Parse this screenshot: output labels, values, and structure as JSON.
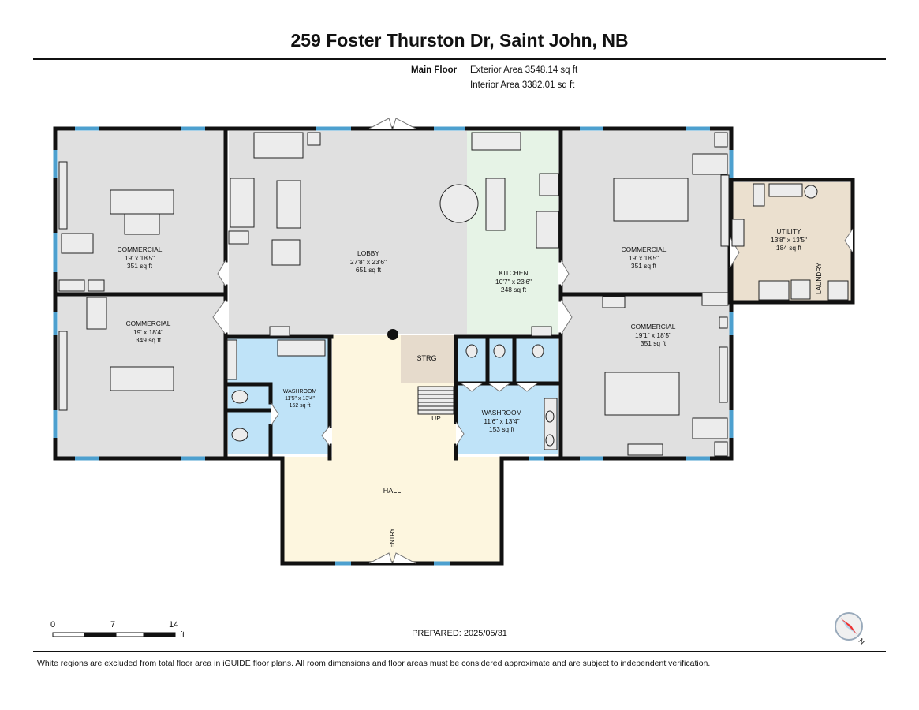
{
  "header": {
    "title": "259 Foster Thurston Dr, Saint John, NB",
    "floor_label": "Main Floor",
    "exterior_area": "Exterior Area 3548.14 sq ft",
    "interior_area": "Interior Area 3382.01 sq ft"
  },
  "rooms": {
    "commercial_nw": {
      "name": "COMMERCIAL",
      "dims": "19' x 18'5\"",
      "area": "351 sq ft"
    },
    "commercial_sw": {
      "name": "COMMERCIAL",
      "dims": "19' x 18'4\"",
      "area": "349 sq ft"
    },
    "lobby": {
      "name": "LOBBY",
      "dims": "27'8\" x 23'6\"",
      "area": "651 sq ft"
    },
    "kitchen": {
      "name": "KITCHEN",
      "dims": "10'7\" x 23'6\"",
      "area": "248 sq ft"
    },
    "commercial_ne": {
      "name": "COMMERCIAL",
      "dims": "19' x 18'5\"",
      "area": "351 sq ft"
    },
    "commercial_se": {
      "name": "COMMERCIAL",
      "dims": "19'1\" x 18'5\"",
      "area": "351 sq ft"
    },
    "utility": {
      "name": "UTILITY",
      "dims": "13'8\" x 13'5\"",
      "area": "184 sq ft"
    },
    "laundry": {
      "name": "LAUNDRY"
    },
    "washroom_w": {
      "name": "WASHROOM",
      "dims": "11'5\" x 13'4\"",
      "area": "152 sq ft"
    },
    "washroom_e": {
      "name": "WASHROOM",
      "dims": "11'6\" x 13'4\"",
      "area": "153 sq ft"
    },
    "storage": {
      "name": "STRG"
    },
    "stairs": {
      "name": "UP"
    },
    "hall": {
      "name": "HALL"
    },
    "entry": {
      "name": "ENTRY"
    }
  },
  "scale": {
    "marks": [
      "0",
      "7",
      "14"
    ],
    "unit": "ft"
  },
  "prepared": "PREPARED: 2025/05/31",
  "compass": {
    "label": "N"
  },
  "footer": "White regions are excluded from total floor area in iGUIDE floor plans. All room dimensions and floor areas must be considered approximate and are subject to independent verification.",
  "colors": {
    "room_gray": "#e0e0e0",
    "kitchen": "#e6f3e6",
    "washroom": "#bfe3f8",
    "hall": "#fdf6df",
    "utility": "#ebe0cf",
    "storage": "#e6dbcc",
    "wall": "#111111",
    "window": "#4da0cf"
  }
}
